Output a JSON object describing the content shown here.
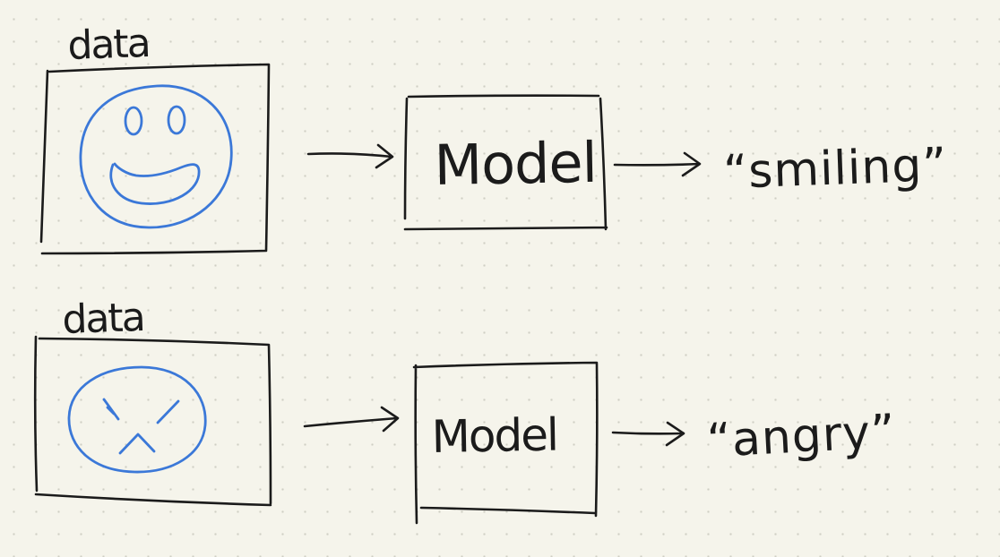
{
  "rows": [
    {
      "input_label": "data",
      "input_image": "smiling-face-icon",
      "model_label": "Model",
      "output_label": "“smiling”"
    },
    {
      "input_label": "data",
      "input_image": "angry-face-icon",
      "model_label": "Model",
      "output_label": "“angry”"
    }
  ],
  "colors": {
    "ink": "#1b1b1b",
    "face_stroke": "#3b78d8",
    "paper": "#f5f4eb"
  }
}
